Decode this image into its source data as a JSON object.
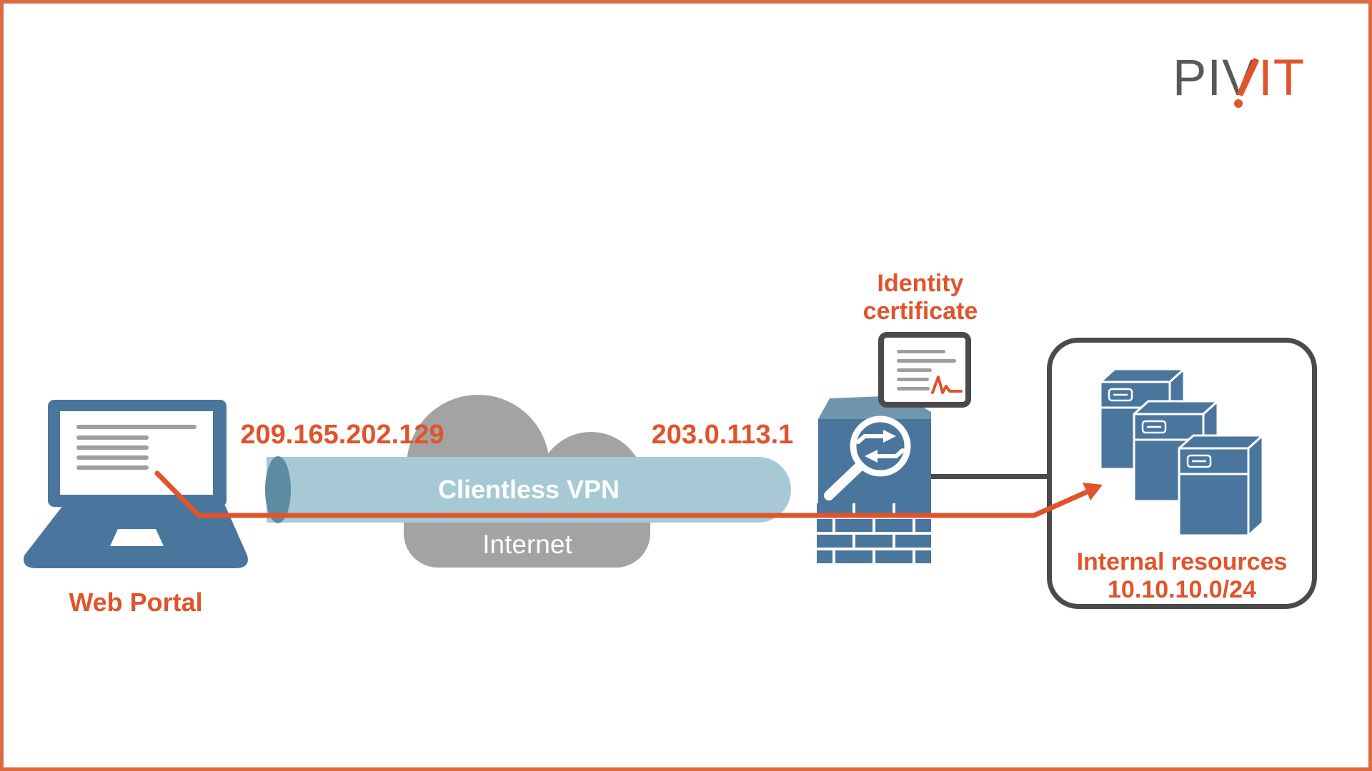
{
  "brand": {
    "gray_part": "PIV",
    "orange_part": "IT"
  },
  "labels": {
    "web_portal": "Web Portal",
    "client_public_ip": "209.165.202.129",
    "firewall_public_ip": "203.0.113.1",
    "tunnel": "Clientless VPN",
    "cloud": "Internet",
    "certificate_line1": "Identity",
    "certificate_line2": "certificate",
    "internal_resources_line1": "Internal resources",
    "internal_resources_line2": "10.10.10.0/24"
  },
  "colors": {
    "accent_orange": "#E0542B",
    "frame_orange": "#DD6B42",
    "device_blue": "#4A769D",
    "firewall_top_blue": "#7096AE",
    "tunnel_blue": "#A7C9D6",
    "tunnel_cap_blue": "#5D8CA2",
    "cloud_gray": "#A3A3A3",
    "screen_line_gray": "#9E9EA0",
    "outline_dark_gray": "#4A4A4A"
  }
}
